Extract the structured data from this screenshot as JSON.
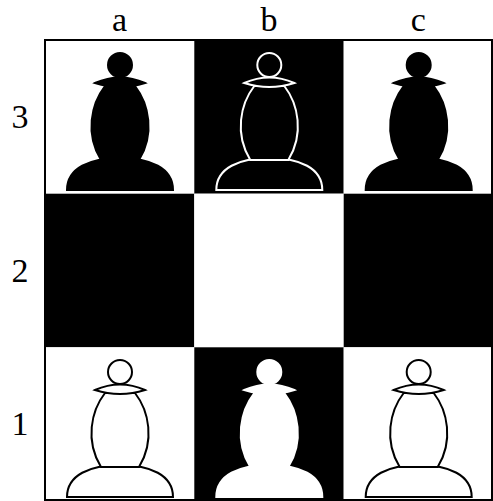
{
  "diagram": {
    "labels": [
      "a",
      "b",
      "c",
      "3",
      "2",
      "1"
    ]
  }
}
